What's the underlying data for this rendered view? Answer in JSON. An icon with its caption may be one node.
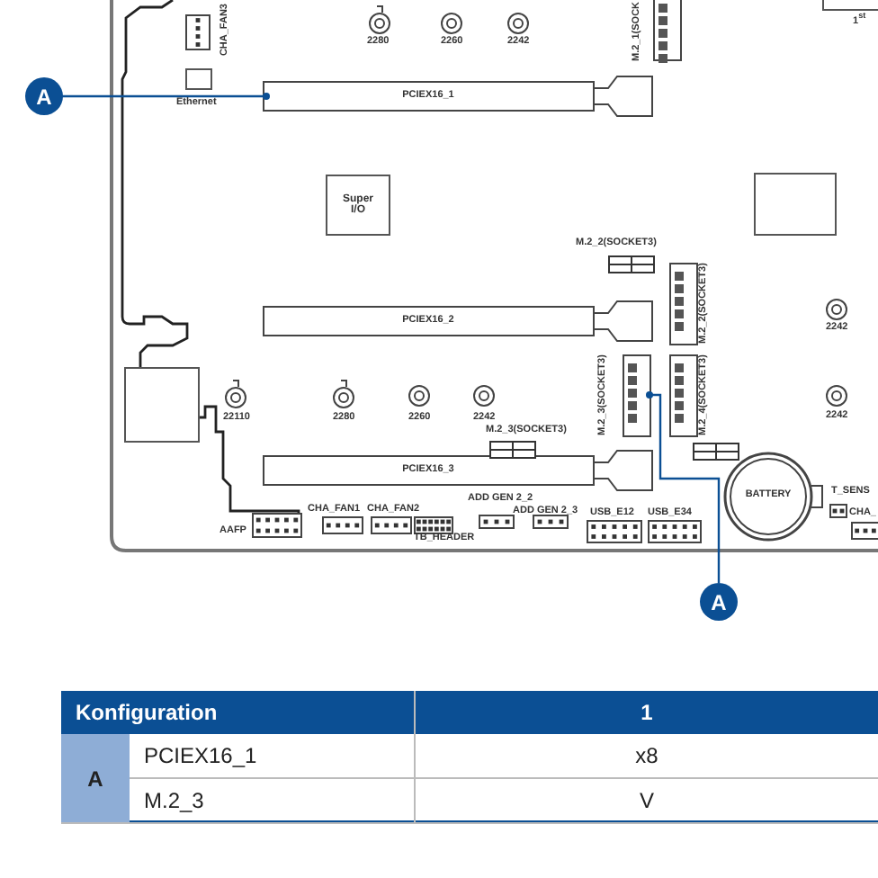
{
  "diagram": {
    "nodes": [
      {
        "text": [
          "M.2_1(SOCK"
        ]
      },
      {
        "text": [
          "A"
        ]
      },
      {
        "text": [
          "PCIEX16_1"
        ]
      },
      {
        "text": [
          "Super I/O"
        ]
      },
      {
        "text": [],
        "shape": "box"
      },
      {
        "text": [
          "M.2_2(SOCKET3)"
        ]
      },
      {
        "text": [
          "PCIEX16_2"
        ]
      },
      {
        "text": [],
        "shape": "box"
      },
      {
        "text": [
          "M.2_3(SOCKET3)"
        ]
      },
      {
        "text": [
          "M.2_4(SOCKET3)"
        ]
      },
      {
        "text": [
          "PCIEX16_3"
        ]
      },
      {
        "text": [
          "BATTERY"
        ]
      },
      {
        "text": [
          "A"
        ]
      }
    ],
    "edges": [
      {
        "from": 1,
        "to": 2,
        "arrow": "other"
      },
      {
        "from": 12,
        "to": 8,
        "arrow": "other"
      }
    ],
    "labels": [
      "CHA_FAN3",
      "2280",
      "2260",
      "2242",
      "1$^{st}$",
      "Ethernet",
      "M.2_2(SOCKET3)",
      "2242",
      "22110",
      "2280",
      "2260",
      "2242",
      "2242",
      "M.2_3(SOCKET3)",
      "ADD GEN 2_2",
      "T_SENS",
      "CHA_",
      "CHA_FAN1",
      "CHA_FAN2",
      "ADD GEN 2_3",
      "USB_E12",
      "USB_E34",
      "AAFP",
      "TB_HEADER",
      "Konfiguration",
      "1",
      "A",
      "PCIEX16_1",
      "x8",
      "M.2_3",
      "V"
    ]
  }
}
